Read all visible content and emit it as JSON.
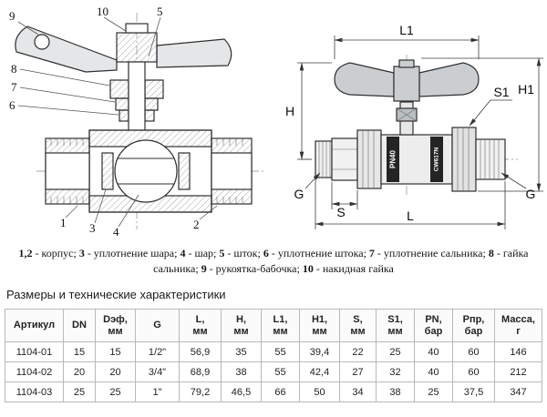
{
  "drawings": {
    "section_view": {
      "callouts": {
        "n9": "9",
        "n10": "10",
        "n5": "5",
        "n8": "8",
        "n7": "7",
        "n6": "6",
        "n1": "1",
        "n3": "3",
        "n4": "4",
        "n2": "2"
      }
    },
    "dimension_view": {
      "labels": {
        "l1": "L1",
        "h": "H",
        "h1": "H1",
        "s1": "S1",
        "g_left": "G",
        "g_right": "G",
        "s": "S",
        "l": "L"
      },
      "markings": {
        "pn": "PN40",
        "alloy": "CW617N"
      }
    }
  },
  "legend": {
    "items": [
      {
        "num": "1,2",
        "text": " - корпус; "
      },
      {
        "num": "3",
        "text": " - уплотнение шара; "
      },
      {
        "num": "4",
        "text": " - шар; "
      },
      {
        "num": "5",
        "text": " - шток; "
      },
      {
        "num": "6",
        "text": " - уплотнение штока; "
      },
      {
        "num": "7",
        "text": " - уплотнение сальника; "
      },
      {
        "num": "8",
        "text": " - гайка сальника; "
      },
      {
        "num": "9",
        "text": " - рукоятка-бабочка; "
      },
      {
        "num": "10",
        "text": " - накидная гайка"
      }
    ]
  },
  "section_title": "Размеры и технические характеристики",
  "table": {
    "headers": [
      "Артикул",
      "DN",
      "Dэф,\nмм",
      "G",
      "L,\nмм",
      "H,\nмм",
      "L1,\nмм",
      "H1,\nмм",
      "S,\nмм",
      "S1,\nмм",
      "PN,\nбар",
      "Pпр,\nбар",
      "Масса,\nг"
    ],
    "rows": [
      [
        "1104-01",
        "15",
        "15",
        "1/2\"",
        "56,9",
        "35",
        "55",
        "39,4",
        "22",
        "25",
        "40",
        "60",
        "146"
      ],
      [
        "1104-02",
        "20",
        "20",
        "3/4\"",
        "68,9",
        "38",
        "55",
        "42,4",
        "27",
        "32",
        "40",
        "60",
        "212"
      ],
      [
        "1104-03",
        "25",
        "25",
        "1\"",
        "79,2",
        "46,5",
        "66",
        "50",
        "34",
        "38",
        "25",
        "37,5",
        "347"
      ]
    ]
  }
}
